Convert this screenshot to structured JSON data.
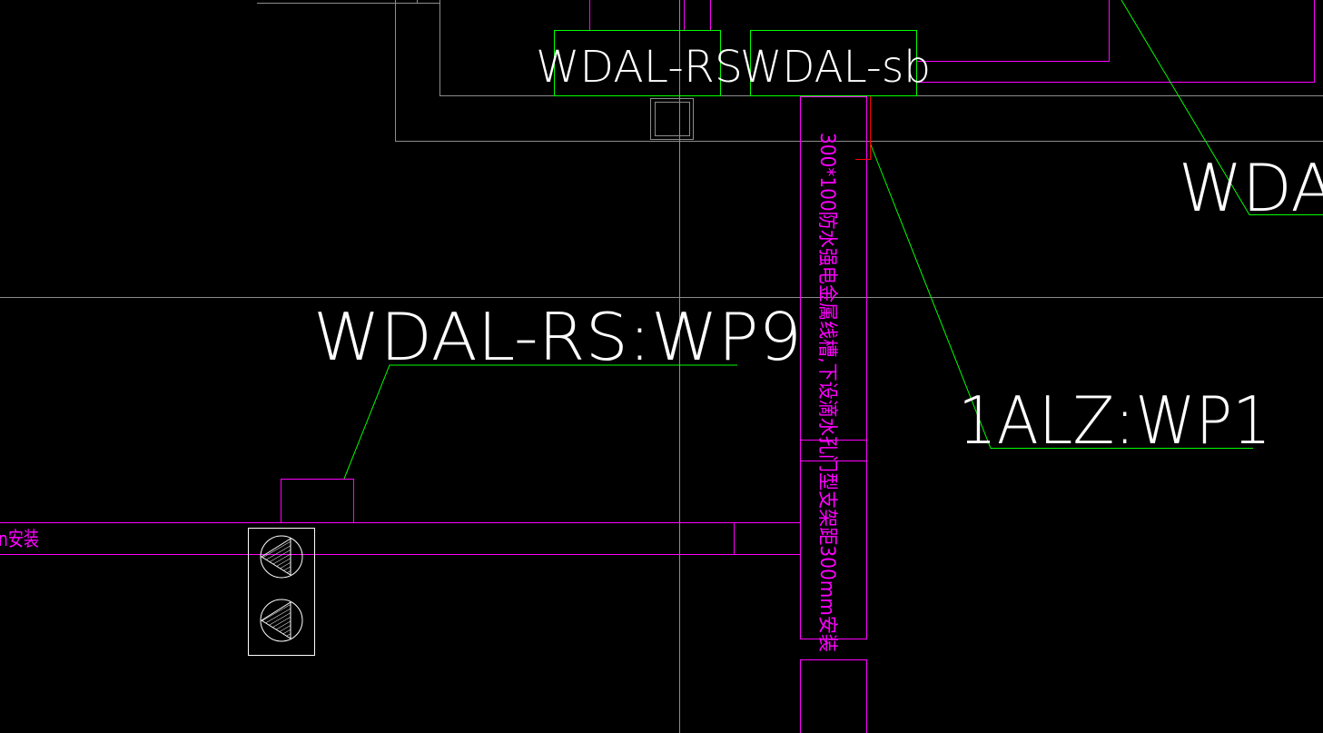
{
  "colors": {
    "background": "#000000",
    "white": "#ffffff",
    "gray": "#8c8c8c",
    "magenta": "#ff00ff",
    "green": "#00ff00",
    "red": "#ff0000"
  },
  "labels": {
    "panel_rs": "WDAL-RS",
    "panel_sb": "WDAL-sb",
    "panel_right_partial": "WDA",
    "circuit_wp9": "WDAL-RS:WP9",
    "circuit_wp1": "1ALZ:WP1",
    "tray_note": "300*100防水强电金属线槽,下设滴水孔门型支架距300mm安装",
    "left_note_partial": "n安装"
  },
  "symbols": {
    "lamp_upper": "triangle-hatched-circle-icon",
    "lamp_lower": "triangle-hatched-circle-icon"
  }
}
